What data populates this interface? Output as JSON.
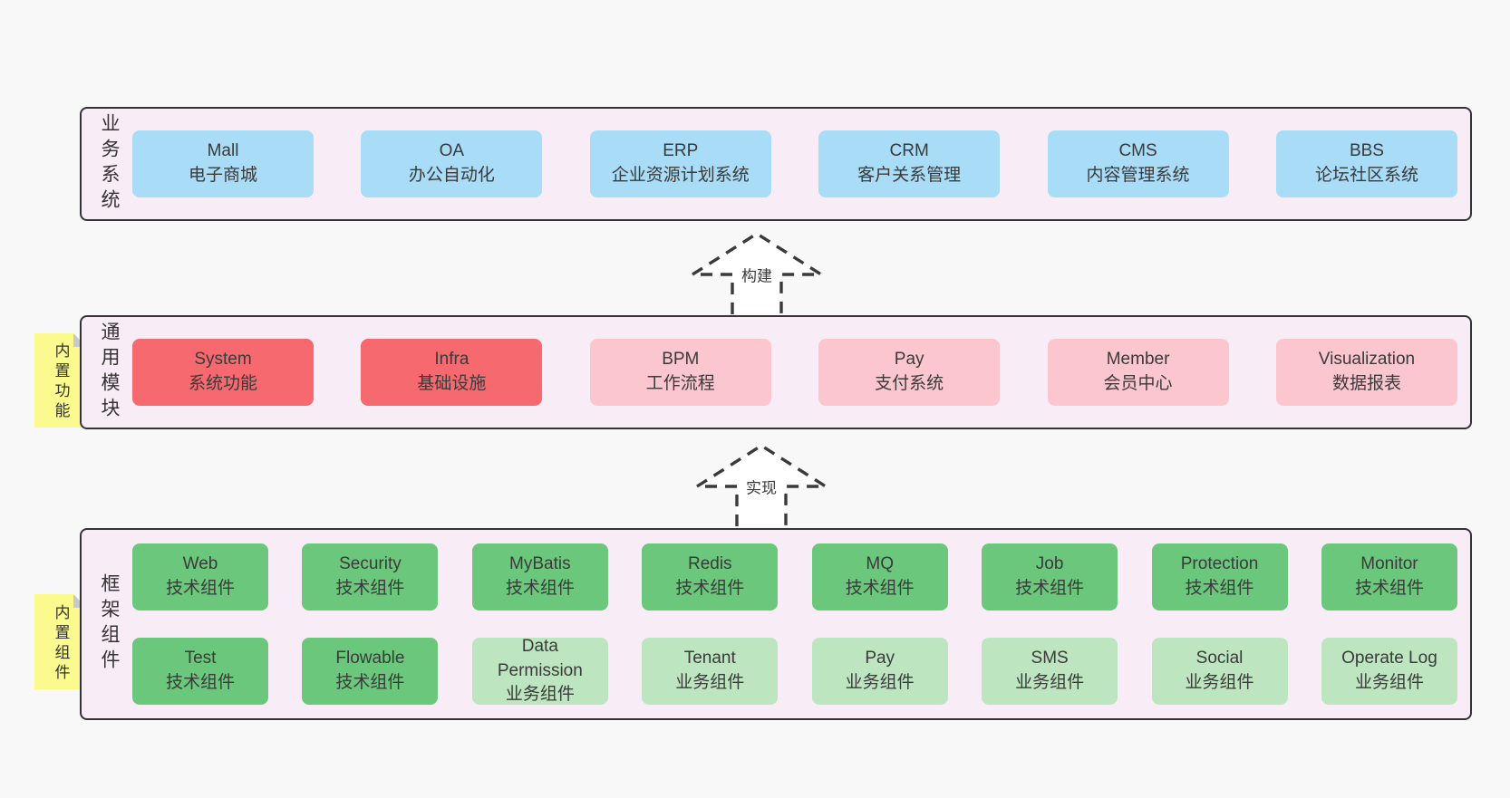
{
  "diagram": {
    "arrows": [
      {
        "label": "构建"
      },
      {
        "label": "实现"
      }
    ],
    "bands": [
      {
        "title": "业务系统",
        "boxes": [
          {
            "name": "Mall",
            "desc": "电子商城"
          },
          {
            "name": "OA",
            "desc": "办公自动化"
          },
          {
            "name": "ERP",
            "desc": "企业资源计划系统"
          },
          {
            "name": "CRM",
            "desc": "客户关系管理"
          },
          {
            "name": "CMS",
            "desc": "内容管理系统"
          },
          {
            "name": "BBS",
            "desc": "论坛社区系统"
          }
        ]
      },
      {
        "title": "通用模块",
        "sticky": "内置功能",
        "boxes": [
          {
            "name": "System",
            "desc": "系统功能"
          },
          {
            "name": "Infra",
            "desc": "基础设施"
          },
          {
            "name": "BPM",
            "desc": "工作流程"
          },
          {
            "name": "Pay",
            "desc": "支付系统"
          },
          {
            "name": "Member",
            "desc": "会员中心"
          },
          {
            "name": "Visualization",
            "desc": "数据报表"
          }
        ]
      },
      {
        "title": "框架组件",
        "sticky": "内置组件",
        "rows": [
          [
            {
              "name": "Web",
              "desc": "技术组件"
            },
            {
              "name": "Security",
              "desc": "技术组件"
            },
            {
              "name": "MyBatis",
              "desc": "技术组件"
            },
            {
              "name": "Redis",
              "desc": "技术组件"
            },
            {
              "name": "MQ",
              "desc": "技术组件"
            },
            {
              "name": "Job",
              "desc": "技术组件"
            },
            {
              "name": "Protection",
              "desc": "技术组件"
            },
            {
              "name": "Monitor",
              "desc": "技术组件"
            }
          ],
          [
            {
              "name": "Test",
              "desc": "技术组件"
            },
            {
              "name": "Flowable",
              "desc": "技术组件"
            },
            {
              "name": "Data Permission",
              "desc": "业务组件"
            },
            {
              "name": "Tenant",
              "desc": "业务组件"
            },
            {
              "name": "Pay",
              "desc": "业务组件"
            },
            {
              "name": "SMS",
              "desc": "业务组件"
            },
            {
              "name": "Social",
              "desc": "业务组件"
            },
            {
              "name": "Operate Log",
              "desc": "业务组件"
            }
          ]
        ]
      }
    ],
    "colors": {
      "page_bg": "#f8f8f8",
      "band_bg": "#f8edf6",
      "border": "#333333",
      "blue": "#a9dcf6",
      "red": "#f5696f",
      "pink": "#fbc6ce",
      "green": "#6bc77b",
      "light_green": "#bde5c0",
      "sticky_yellow": "#fafa8e",
      "fold_gray": "#c9c9c9"
    }
  }
}
